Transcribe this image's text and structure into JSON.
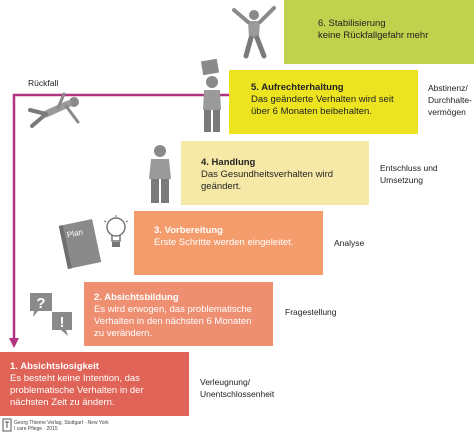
{
  "colors": {
    "stage1": "#e06357",
    "stage2": "#ef8f72",
    "stage3": "#f49c6c",
    "stage4": "#f6e9a7",
    "stage5": "#ece321",
    "stage6": "#bfd14d",
    "relapse_arrow": "#b0347f"
  },
  "stages": [
    {
      "title": "1. Absichtslosigkeit",
      "desc": "Es besteht keine Intention, das problematische Verhalten in der nächsten Zeit zu ändern.",
      "side": "Verleugnung/ Unentschlossenheit"
    },
    {
      "title": "2. Absichtsbildung",
      "desc": "Es wird erwogen, das problematische Verhalten in den nächsten 6 Monaten zu verändern.",
      "side": "Fragestellung"
    },
    {
      "title": "3. Vorbereitung",
      "desc": "Erste Schritte werden eingeleitet.",
      "side": "Analyse"
    },
    {
      "title": "4. Handlung",
      "desc": "Das Gesundheitsverhalten wird geändert.",
      "side": "Entschluss und Umsetzung"
    },
    {
      "title": "5. Aufrechterhaltung",
      "desc": "Das geänderte Verhalten wird seit über 6 Monaten beibehalten.",
      "side": "Abstinenz/ Durchhalte-vermögen"
    },
    {
      "title": "6. Stabilisierung",
      "desc": "keine Rückfallgefahr mehr",
      "side": ""
    }
  ],
  "relapse_label": "Rückfall",
  "plan_label": "Plan",
  "icons": [
    "question-mark-icon",
    "exclamation-mark-icon",
    "lightbulb-icon",
    "plan-book-icon",
    "standing-person-icon",
    "person-holding-sign-icon",
    "jumping-person-icon",
    "falling-person-icon"
  ],
  "copyright": {
    "line1": "Georg Thieme Verlag, Stuttgart · New York",
    "line2": "I care Pflege · 2015"
  }
}
